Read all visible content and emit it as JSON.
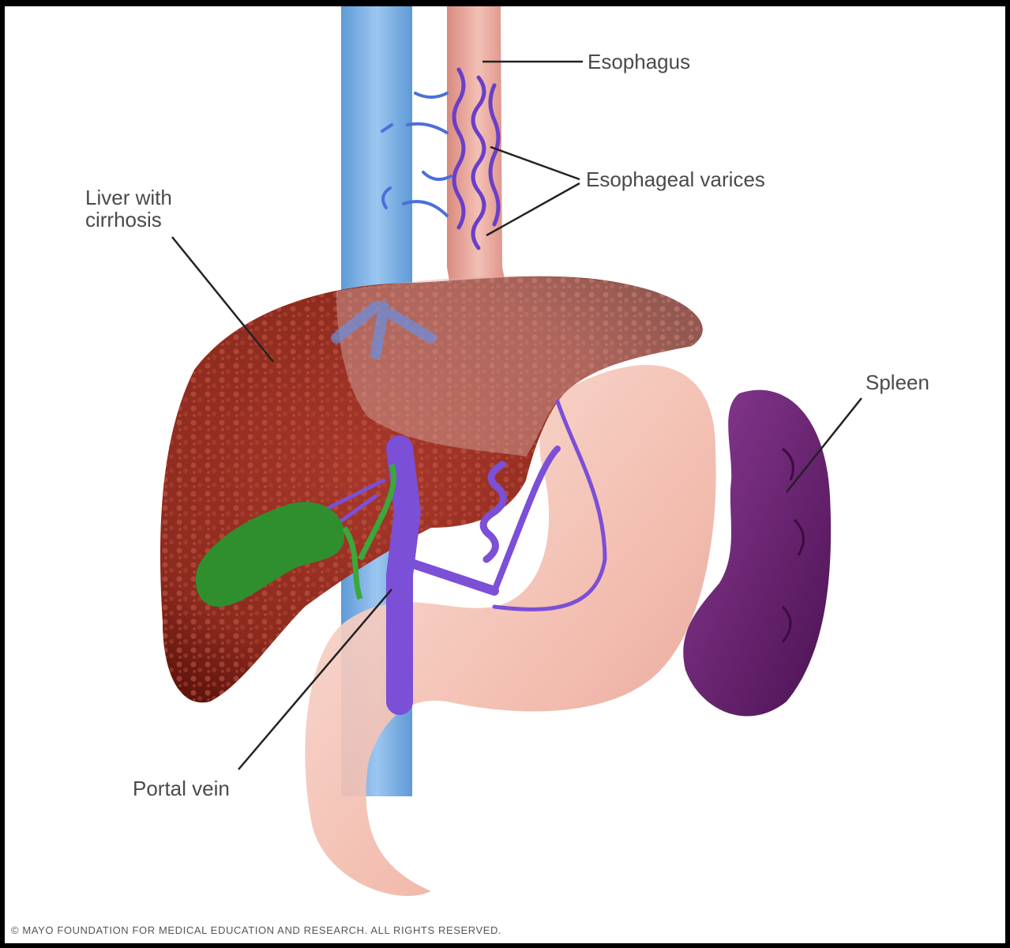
{
  "labels": {
    "esophagus": "Esophagus",
    "esophageal_varices": "Esophageal varices",
    "liver": "Liver with cirrhosis",
    "spleen": "Spleen",
    "portal_vein": "Portal vein"
  },
  "copyright": "© MAYO FOUNDATION FOR MEDICAL EDUCATION AND RESEARCH. ALL RIGHTS RESERVED.",
  "colors": {
    "liver": "#8c2a1e",
    "liver_dark": "#5a120b",
    "stomach": "#f4c4b8",
    "spleen": "#6b1f72",
    "gallbladder": "#2f8f2f",
    "vena_cava": "#7fb4e8",
    "portal_vein": "#8a5ad8",
    "esophagus": "#e8a59a"
  }
}
